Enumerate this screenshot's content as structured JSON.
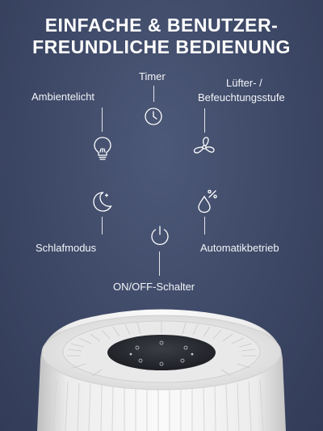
{
  "title": {
    "line1": "EINFACHE & BENUTZER-",
    "line2": "FREUNDLICHE BEDIENUNG"
  },
  "features": {
    "timer": "Timer",
    "ambient": "Ambientelicht",
    "fan_line1": "Lüfter- /",
    "fan_line2": "Befeuchtungsstufe",
    "sleep": "Schlafmodus",
    "auto": "Automatikbetrieb",
    "power": "ON/OFF-Schalter"
  },
  "icons": {
    "timer": "clock-icon",
    "ambient": "light-bulb-icon",
    "fan": "fan-icon",
    "sleep": "moon-icon",
    "auto": "droplet-percent-icon",
    "power": "power-icon"
  },
  "colors": {
    "background": "#3d4866",
    "text": "#ffffff",
    "device": "#f4f4f4",
    "panel": "#2b2e35"
  }
}
